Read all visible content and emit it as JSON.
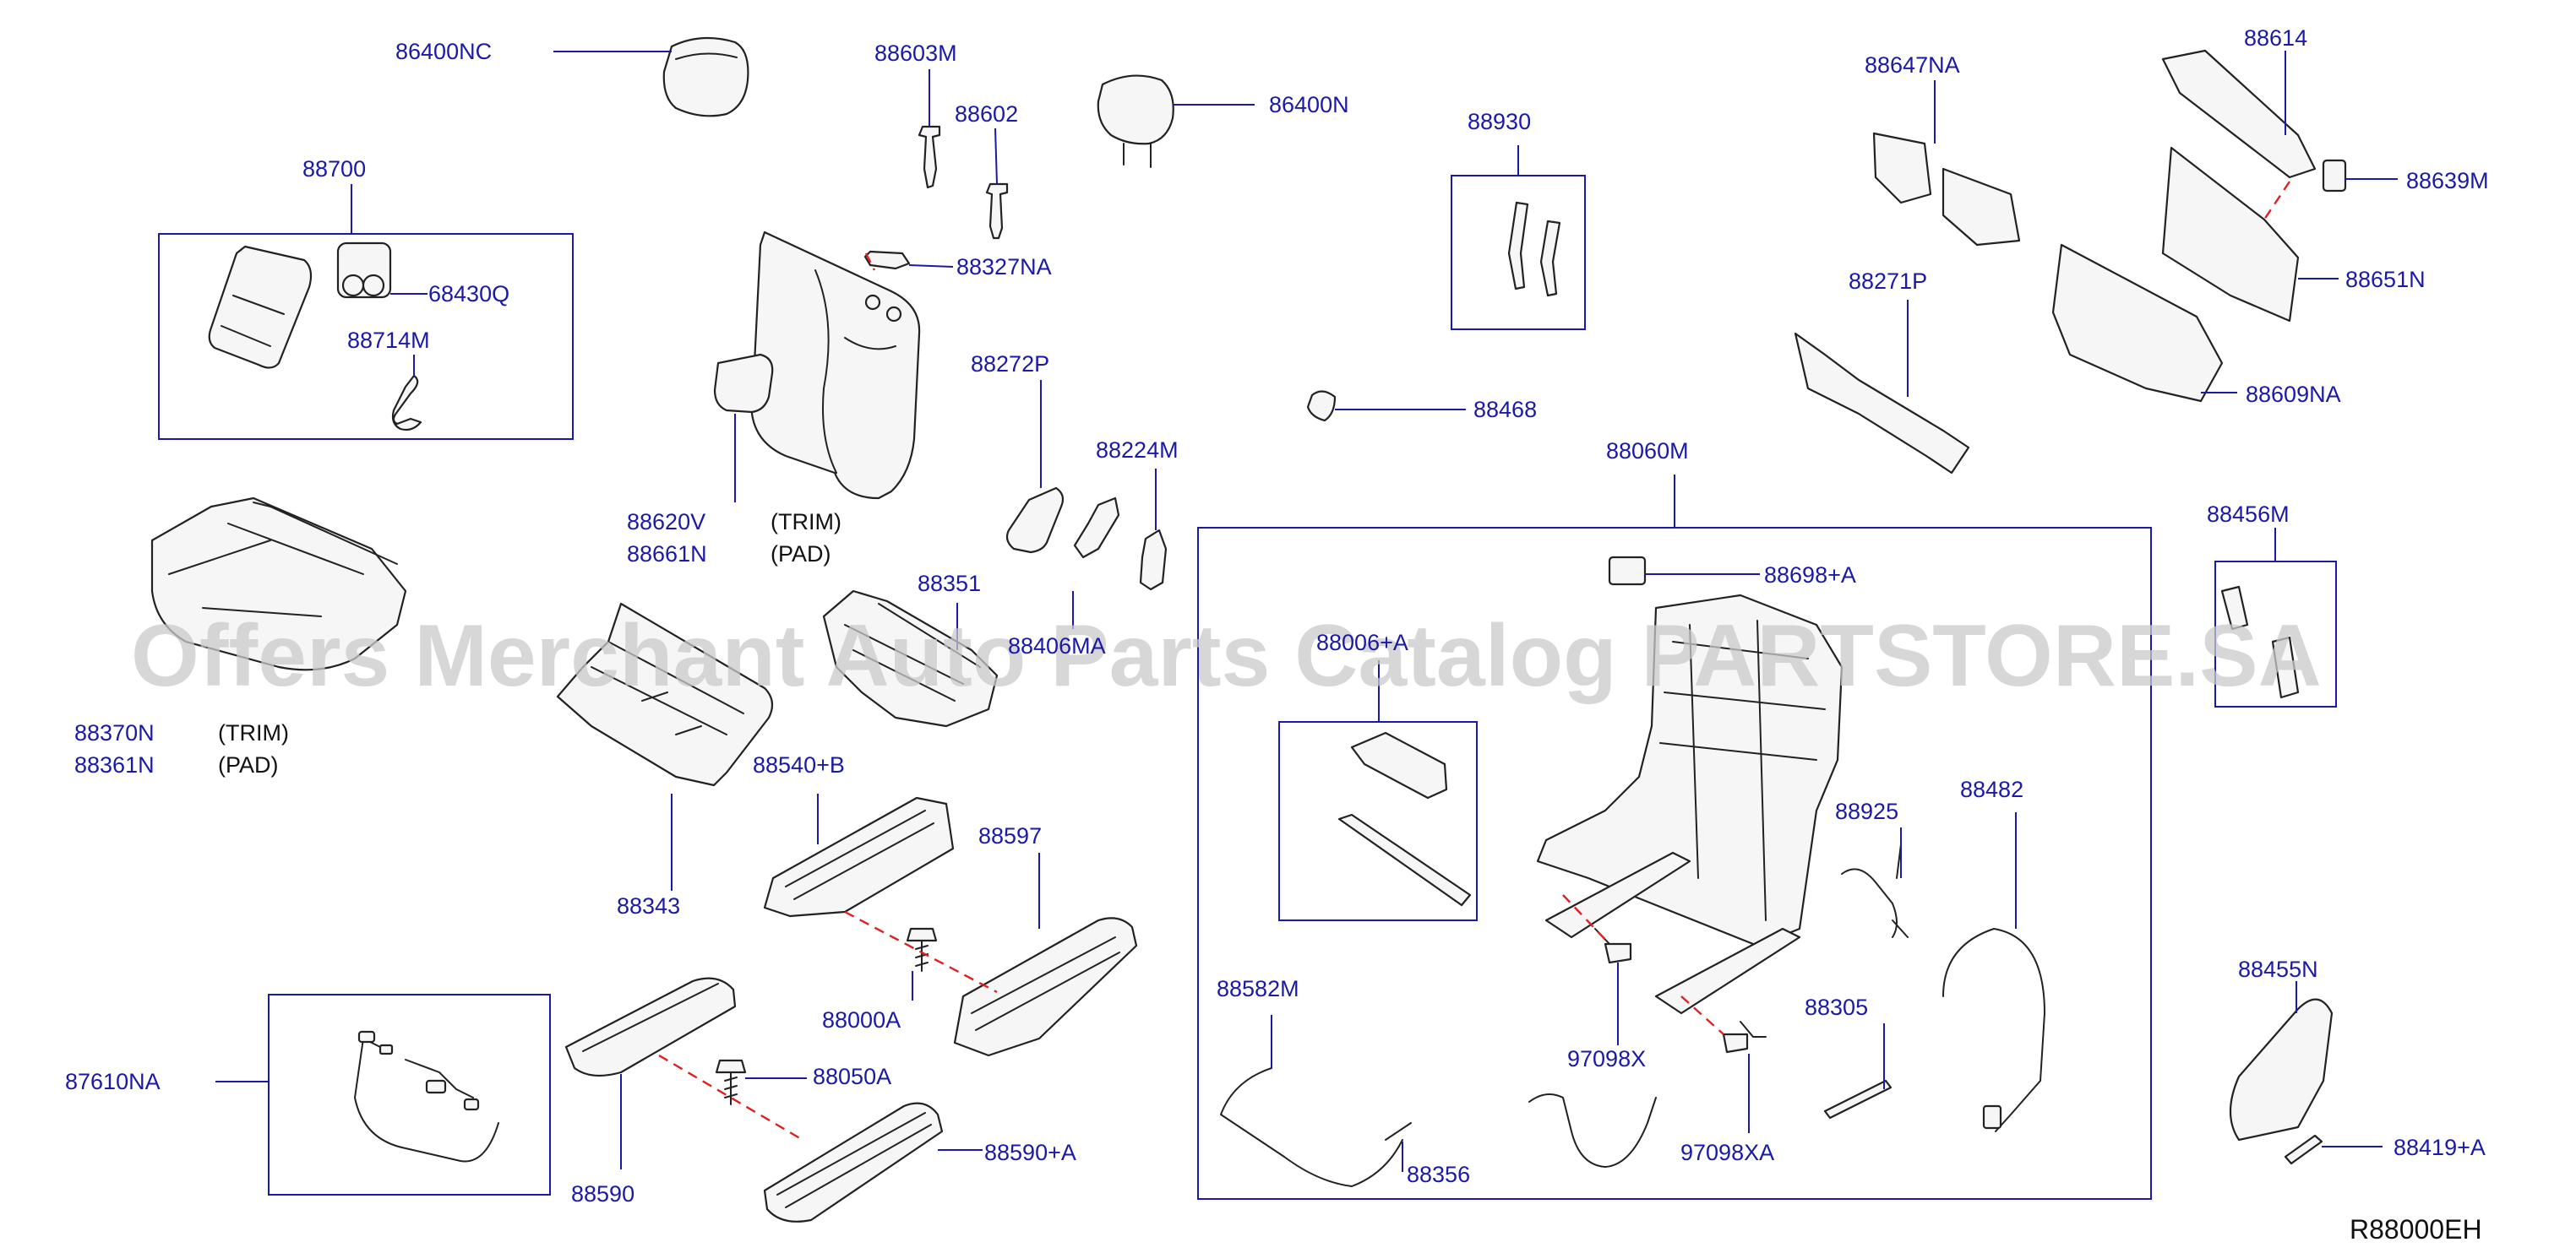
{
  "watermark": "Offers Merchant Auto Parts Catalog PARTSTORE.SA",
  "reference_code": "R88000EH",
  "labels": {
    "p86400NC": "86400NC",
    "p88700": "88700",
    "p68430Q": "68430Q",
    "p88714M": "88714M",
    "p88603M": "88603M",
    "p88602": "88602",
    "p86400N": "86400N",
    "p88327NA": "88327NA",
    "p88620V": "88620V",
    "p88661N": "88661N",
    "trim1": "(TRIM)",
    "pad1": "(PAD)",
    "p88272P": "88272P",
    "p88224M": "88224M",
    "p88351": "88351",
    "p88406MA": "88406MA",
    "p88370N": "88370N",
    "p88361N": "88361N",
    "trim2": "(TRIM)",
    "pad2": "(PAD)",
    "p88343": "88343",
    "p88540B": "88540+B",
    "p88597": "88597",
    "p88000A": "88000A",
    "p88050A": "88050A",
    "p88590A": "88590+A",
    "p88590": "88590",
    "p87610NA": "87610NA",
    "p88930": "88930",
    "p88468": "88468",
    "p88060M": "88060M",
    "p88698A": "88698+A",
    "p88006A": "88006+A",
    "p88925": "88925",
    "p88482": "88482",
    "p97098X": "97098X",
    "p97098XA": "97098XA",
    "p88305": "88305",
    "p88582M": "88582M",
    "p88356": "88356",
    "p88647NA": "88647NA",
    "p88614": "88614",
    "p88639M": "88639M",
    "p88651N": "88651N",
    "p88609NA": "88609NA",
    "p88271P": "88271P",
    "p88456M": "88456M",
    "p88455N": "88455N",
    "p88419A": "88419+A"
  }
}
